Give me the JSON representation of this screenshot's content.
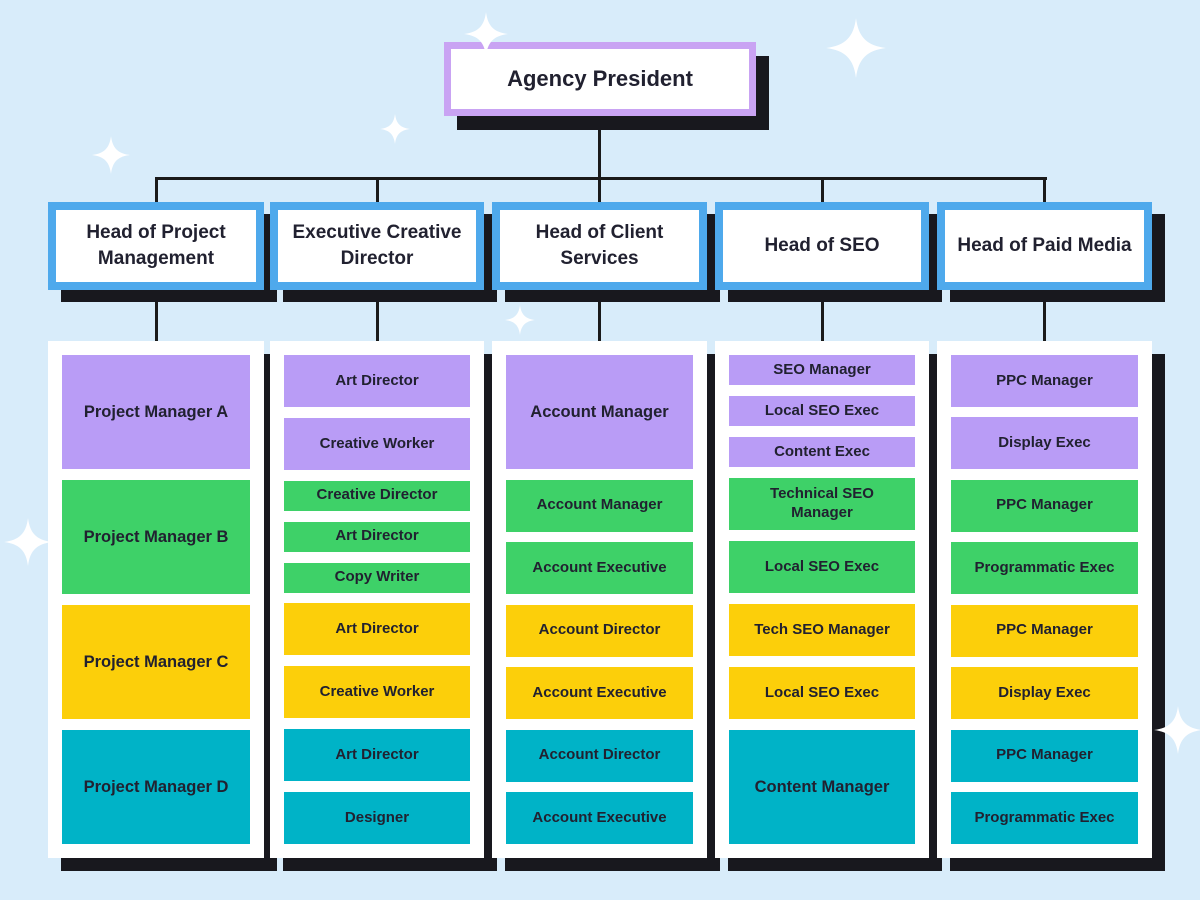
{
  "root": {
    "label": "Agency President"
  },
  "colors": {
    "background": "#d8ecfa",
    "root_border": "#c9a3f3",
    "head_border": "#4ea9ec",
    "purple": "#b99cf6",
    "green": "#3ed168",
    "yellow": "#fccf0a",
    "teal": "#00b3c7",
    "shadow": "#18181e",
    "line": "#1a1a1a",
    "text": "#212130"
  },
  "departments": [
    {
      "head": "Head of Project Management",
      "roles": [
        {
          "label": "Project Manager A",
          "color": "purple",
          "size": "tall"
        },
        {
          "label": "Project Manager B",
          "color": "green",
          "size": "tall"
        },
        {
          "label": "Project Manager C",
          "color": "yellow",
          "size": "tall"
        },
        {
          "label": "Project Manager D",
          "color": "teal",
          "size": "tall"
        }
      ]
    },
    {
      "head": "Executive Creative Director",
      "roles": [
        {
          "label": "Art Director",
          "color": "purple",
          "size": "medium"
        },
        {
          "label": "Creative Worker",
          "color": "purple",
          "size": "medium"
        },
        {
          "label": "Creative Director",
          "color": "green",
          "size": "small"
        },
        {
          "label": "Art Director",
          "color": "green",
          "size": "small"
        },
        {
          "label": "Copy Writer",
          "color": "green",
          "size": "small"
        },
        {
          "label": "Art Director",
          "color": "yellow",
          "size": "medium"
        },
        {
          "label": "Creative Worker",
          "color": "yellow",
          "size": "medium"
        },
        {
          "label": "Art Director",
          "color": "teal",
          "size": "medium"
        },
        {
          "label": "Designer",
          "color": "teal",
          "size": "medium"
        }
      ]
    },
    {
      "head": "Head of Client Services",
      "roles": [
        {
          "label": "Account Manager",
          "color": "purple",
          "size": "tall"
        },
        {
          "label": "Account Manager",
          "color": "green",
          "size": "medium"
        },
        {
          "label": "Account Executive",
          "color": "green",
          "size": "medium"
        },
        {
          "label": "Account Director",
          "color": "yellow",
          "size": "medium"
        },
        {
          "label": "Account Executive",
          "color": "yellow",
          "size": "medium"
        },
        {
          "label": "Account Director",
          "color": "teal",
          "size": "medium"
        },
        {
          "label": "Account Executive",
          "color": "teal",
          "size": "medium"
        }
      ]
    },
    {
      "head": "Head of SEO",
      "roles": [
        {
          "label": "SEO Manager",
          "color": "purple",
          "size": "small"
        },
        {
          "label": "Local SEO Exec",
          "color": "purple",
          "size": "small"
        },
        {
          "label": "Content Exec",
          "color": "purple",
          "size": "small"
        },
        {
          "label": "Technical SEO Manager",
          "color": "green",
          "size": "medium"
        },
        {
          "label": "Local SEO Exec",
          "color": "green",
          "size": "medium"
        },
        {
          "label": "Tech SEO Manager",
          "color": "yellow",
          "size": "medium"
        },
        {
          "label": "Local SEO Exec",
          "color": "yellow",
          "size": "medium"
        },
        {
          "label": "Content Manager",
          "color": "teal",
          "size": "tall"
        }
      ]
    },
    {
      "head": "Head of Paid Media",
      "roles": [
        {
          "label": "PPC Manager",
          "color": "purple",
          "size": "medium"
        },
        {
          "label": "Display Exec",
          "color": "purple",
          "size": "medium"
        },
        {
          "label": "PPC Manager",
          "color": "green",
          "size": "medium"
        },
        {
          "label": "Programmatic Exec",
          "color": "green",
          "size": "medium"
        },
        {
          "label": "PPC Manager",
          "color": "yellow",
          "size": "medium"
        },
        {
          "label": "Display Exec",
          "color": "yellow",
          "size": "medium"
        },
        {
          "label": "PPC Manager",
          "color": "teal",
          "size": "medium"
        },
        {
          "label": "Programmatic Exec",
          "color": "teal",
          "size": "medium"
        }
      ]
    }
  ]
}
